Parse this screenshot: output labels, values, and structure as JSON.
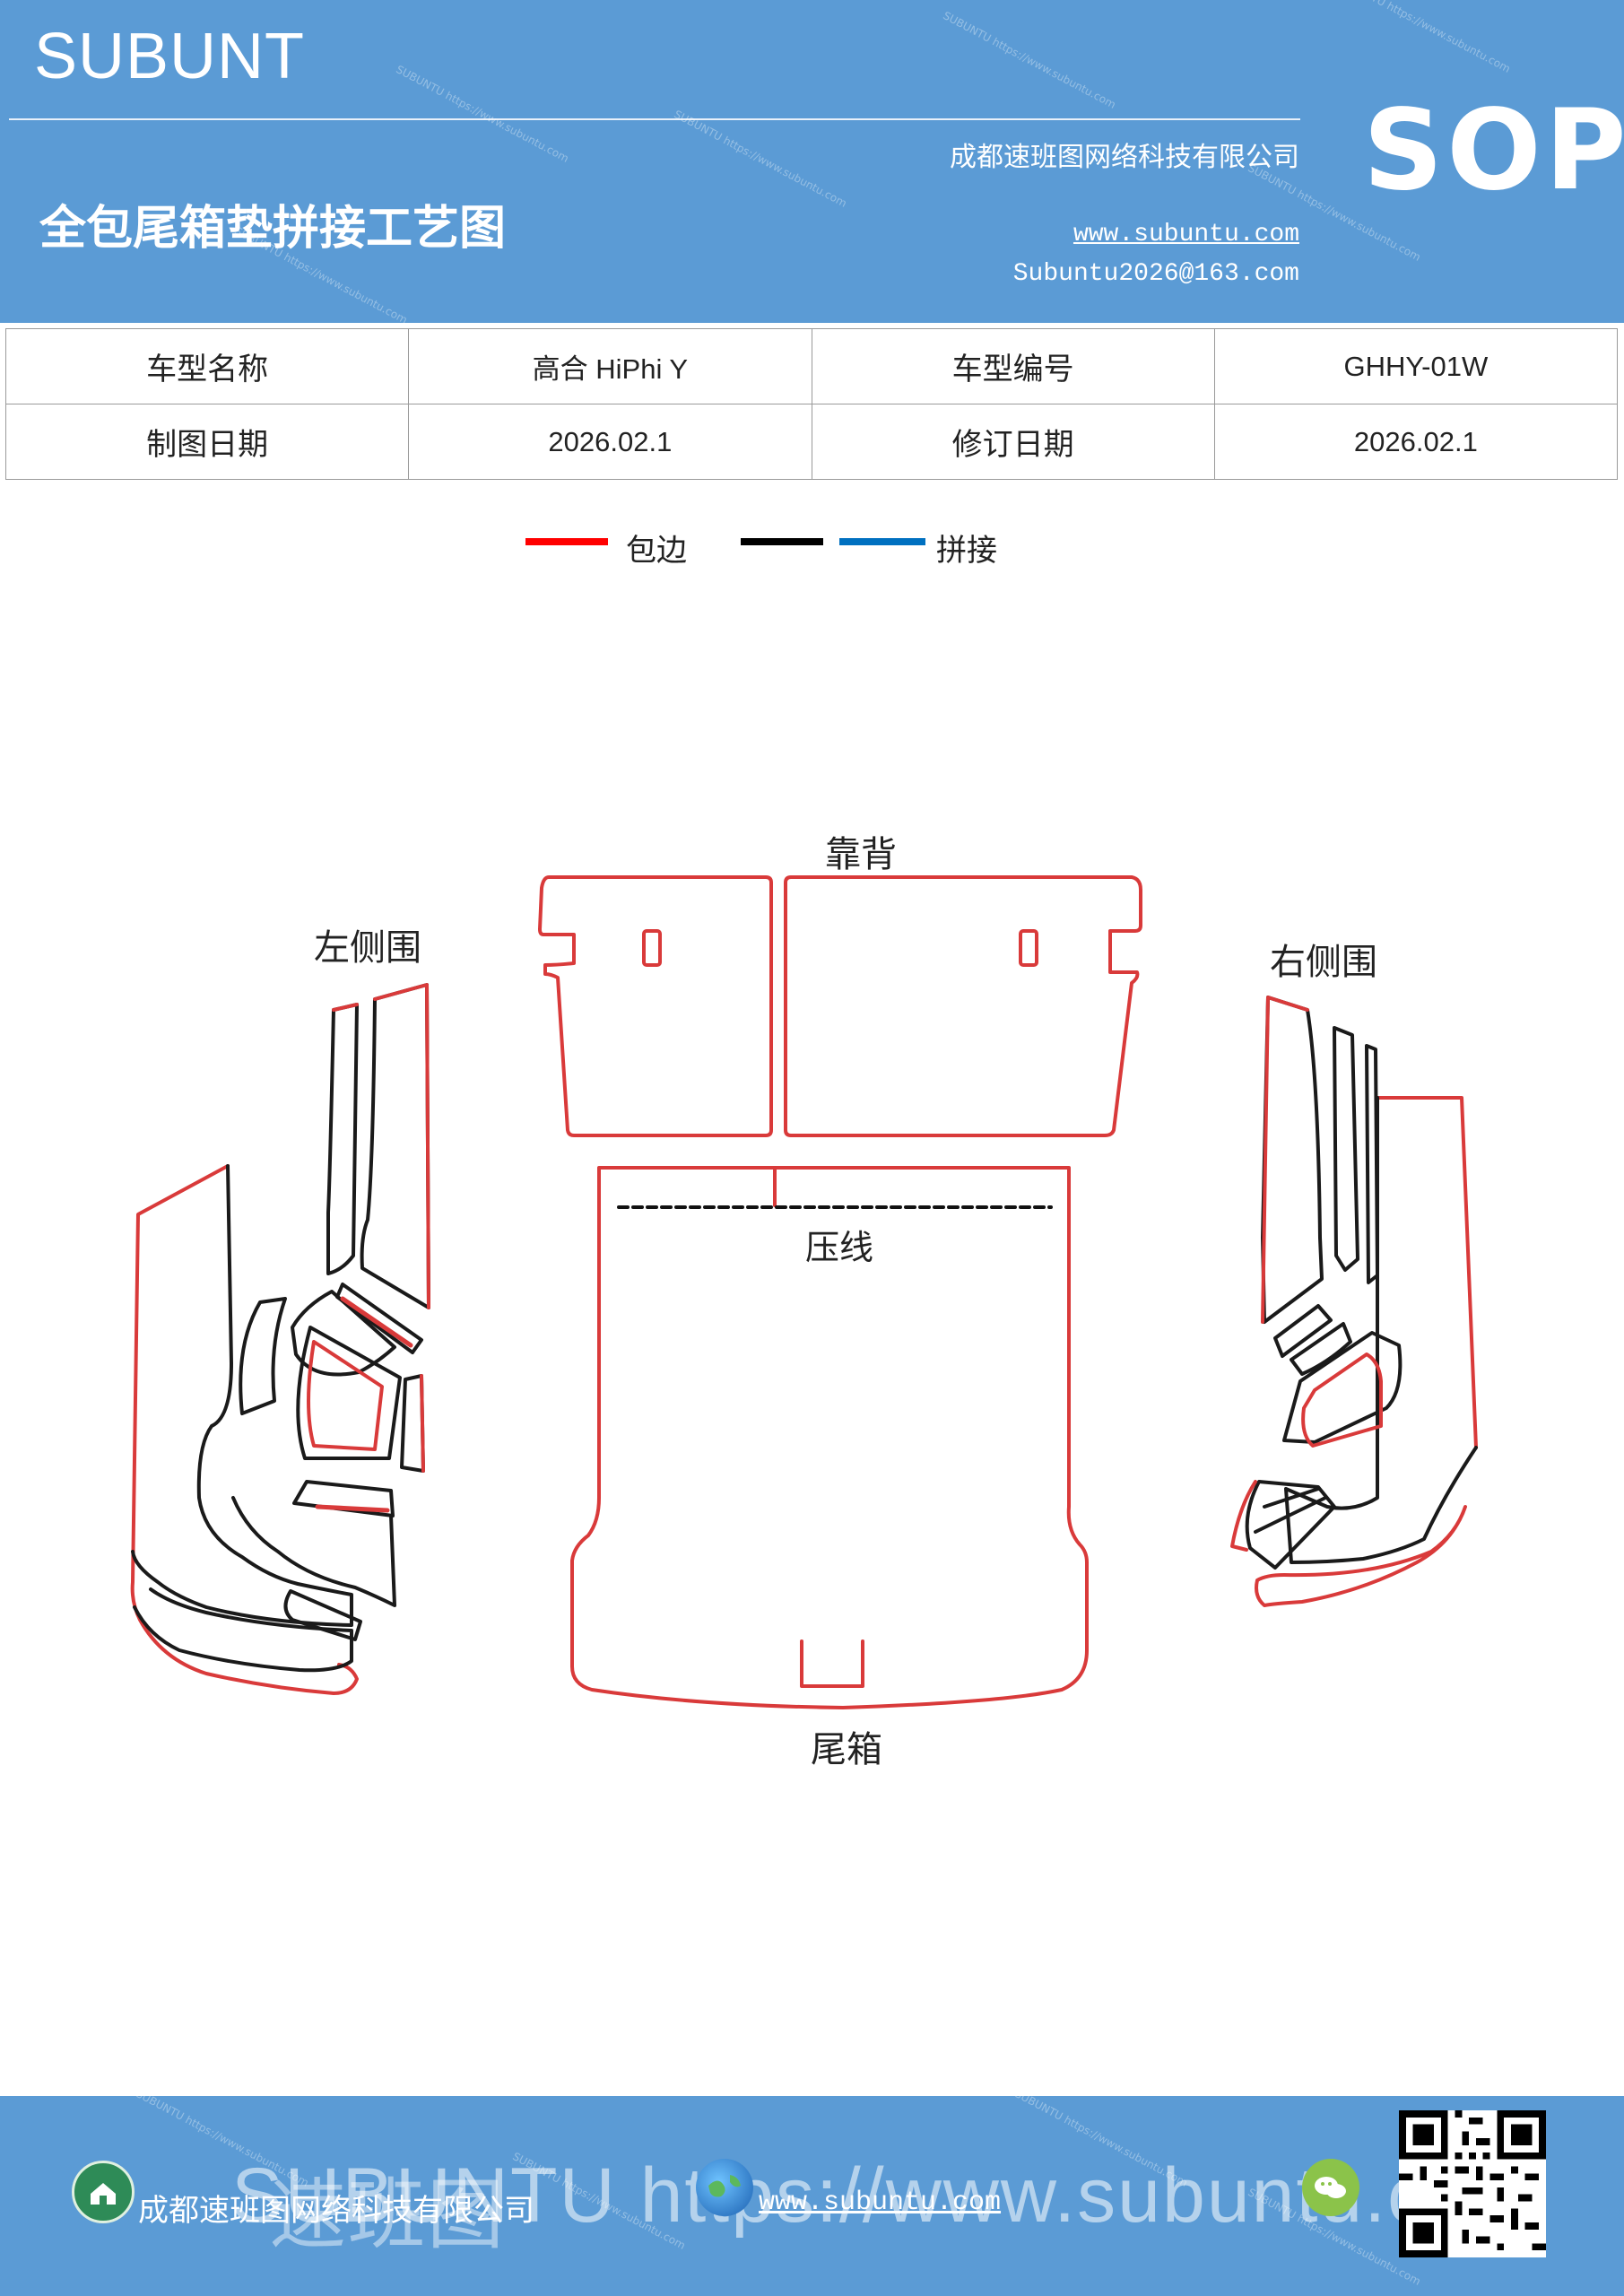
{
  "header": {
    "brand": "SUBUNT",
    "title": "全包尾箱垫拼接工艺图",
    "company": "成都速班图网络科技有限公司",
    "website": "www.subuntu.com",
    "email": "Subuntu2026@163.com",
    "badge": "SOP",
    "watermark": "SUBUNTU https://www.subuntu.com"
  },
  "info_table": {
    "row1": [
      "车型名称",
      "高合 HiPhi  Y",
      "车型编号",
      "GHHY-01W"
    ],
    "row2": [
      "制图日期",
      "2026.02.1",
      "修订日期",
      "2026.02.1"
    ]
  },
  "legend": {
    "items": [
      {
        "label": "包边",
        "color": "#ff0000"
      },
      {
        "label": "",
        "color": "#000000"
      },
      {
        "label": "拼接",
        "color": "#0070c0"
      }
    ]
  },
  "diagram": {
    "labels": {
      "backrest": "靠背",
      "left_side": "左侧围",
      "right_side": "右侧围",
      "press_line": "压线",
      "trunk": "尾箱"
    },
    "colors": {
      "edge": "#d93a3a",
      "seam": "#1a1a1a",
      "press": "#111111"
    }
  },
  "footer": {
    "company": "成都速班图网络科技有限公司",
    "website": "www.subuntu.com",
    "ghost_text": "SUBUNTU https://www.subuntu.com",
    "ghost_overlay": "速班图",
    "icons": [
      "home-icon",
      "globe-icon",
      "wechat-icon"
    ]
  }
}
